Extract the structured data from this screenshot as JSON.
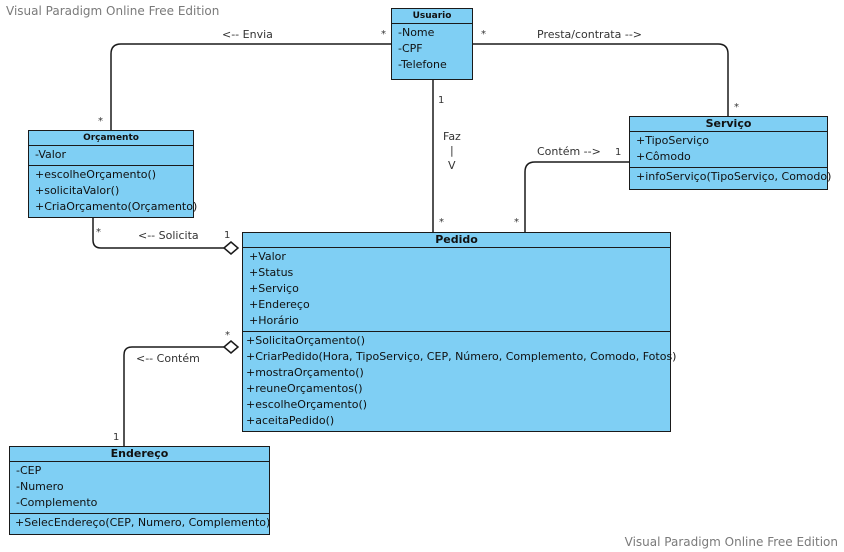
{
  "watermark": "Visual Paradigm Online Free Edition",
  "classes": {
    "usuario": {
      "name": "Usuario",
      "attributes": [
        "-Nome",
        "-CPF",
        "-Telefone"
      ]
    },
    "orcamento": {
      "name": "Orçamento",
      "attributes": [
        "-Valor"
      ],
      "operations": [
        "+escolheOrçamento()",
        "+solicitaValor()",
        "+CriaOrçamento(Orçamento)"
      ]
    },
    "servico": {
      "name": "Serviço",
      "attributes": [
        "+TipoServiço",
        "+Cômodo"
      ],
      "operations": [
        "+infoServiço(TipoServiço, Comodo)"
      ]
    },
    "pedido": {
      "name": "Pedido",
      "attributes": [
        "+Valor",
        "+Status",
        "+Serviço",
        "+Endereço",
        "+Horário"
      ],
      "operations": [
        "+SolicitaOrçamento()",
        "+CriarPedido(Hora, TipoServiço, CEP, Número, Complemento, Comodo, Fotos)",
        "+mostraOrçamento()",
        "+reuneOrçamentos()",
        "+escolheOrçamento()",
        "+aceitaPedido()"
      ]
    },
    "endereco": {
      "name": "Endereço",
      "attributes": [
        "-CEP",
        "-Numero",
        "-Complemento"
      ],
      "operations": [
        "+SelecEndereço(CEP, Numero, Complemento)"
      ]
    }
  },
  "associations": {
    "envia": {
      "label": "<-- Envia",
      "usuario_end": "*",
      "orcamento_end": "*"
    },
    "presta": {
      "label": "Presta/contrata -->",
      "usuario_end": "*",
      "servico_end": "*"
    },
    "faz": {
      "label_line1": "Faz",
      "label_line2": "|",
      "label_line3": "V",
      "usuario_end": "1",
      "pedido_end": "*"
    },
    "contem_servico": {
      "label": "Contém -->",
      "servico_end": "1",
      "pedido_end": "*"
    },
    "solicita": {
      "label": "<-- Solicita",
      "orcamento_end": "*",
      "pedido_end": "1"
    },
    "contem_endereco": {
      "label": "<-- Contém",
      "pedido_end": "*",
      "endereco_end": "1"
    }
  }
}
